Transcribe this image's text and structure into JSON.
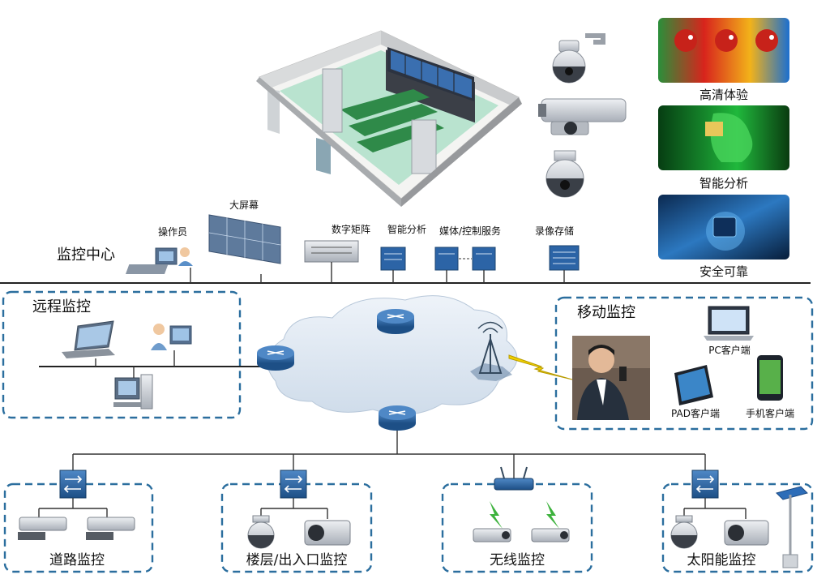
{
  "colors": {
    "frame": "#2b6e9e",
    "cloud": "#dfe9f4",
    "router": "#2c64a6",
    "device": "#c8ccd2",
    "lightning": "#f0d000"
  },
  "control_center": {
    "title": "监控中心",
    "operator": "操作员",
    "big_screen": "大屏幕",
    "matrix": "数字矩阵",
    "analysis": "智能分析",
    "media": "媒体/控制服务",
    "storage": "录像存储"
  },
  "features": {
    "hd": "高清体验",
    "smart": "智能分析",
    "secure": "安全可靠"
  },
  "remote": {
    "title": "远程监控"
  },
  "mobile": {
    "title": "移动监控",
    "pc": "PC客户端",
    "pad": "PAD客户端",
    "phone": "手机客户端"
  },
  "sites": [
    {
      "label": "道路监控"
    },
    {
      "label": "楼层/出入口监控"
    },
    {
      "label": "无线监控"
    },
    {
      "label": "太阳能监控"
    }
  ],
  "icons": {
    "control_room": "control-room-illustration",
    "ptz_camera": "dome-camera-icon",
    "bullet_camera": "bullet-camera-icon",
    "router": "router-icon",
    "switch": "switch-icon",
    "tower": "antenna-tower-icon",
    "server": "server-icon"
  }
}
